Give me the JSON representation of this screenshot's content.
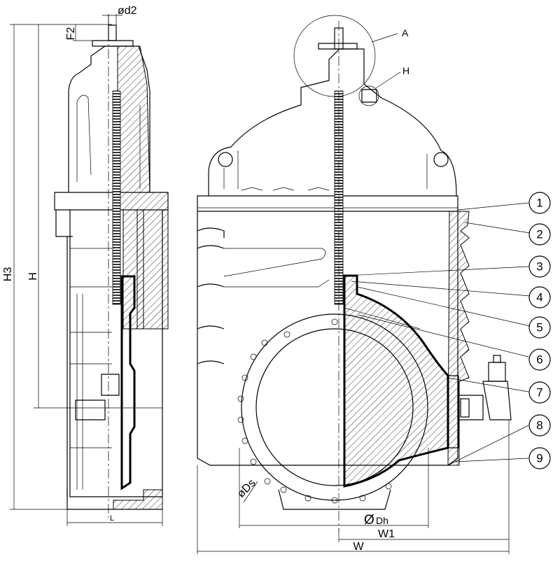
{
  "dimensions": {
    "d2": "ød2",
    "F2": "F2",
    "H3": "H3",
    "H": "H",
    "L": "L",
    "Ds": "øDs",
    "Dh": "Dh",
    "Dh_symbol": "Ø",
    "W1": "W1",
    "W": "W",
    "A": "A",
    "Hdetail": "H"
  },
  "callouts": [
    "1",
    "2",
    "3",
    "4",
    "5",
    "6",
    "7",
    "8",
    "9"
  ]
}
